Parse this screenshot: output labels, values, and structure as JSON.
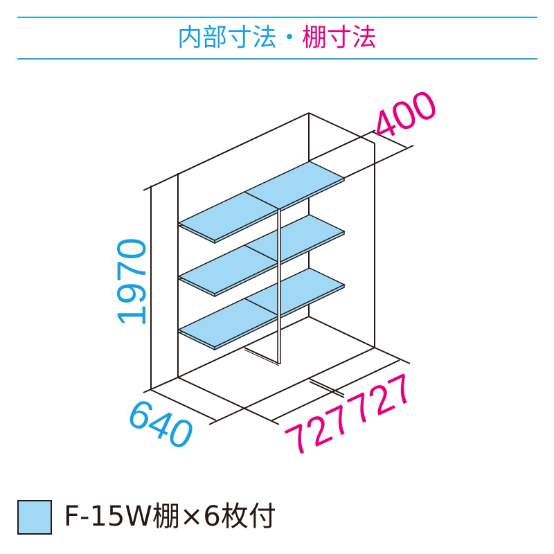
{
  "title": {
    "part1": "内部寸法・",
    "part2": "棚寸法"
  },
  "dimensions": {
    "height": "1970",
    "depth": "640",
    "width_left": "727",
    "width_right": "727",
    "shelf_depth": "400"
  },
  "legend": {
    "text": "F-15W棚×6枚付"
  },
  "colors": {
    "blue": "#1aa0e0",
    "magenta": "#e4007f",
    "shelf": "#a0d8f5",
    "line": "#231815"
  }
}
